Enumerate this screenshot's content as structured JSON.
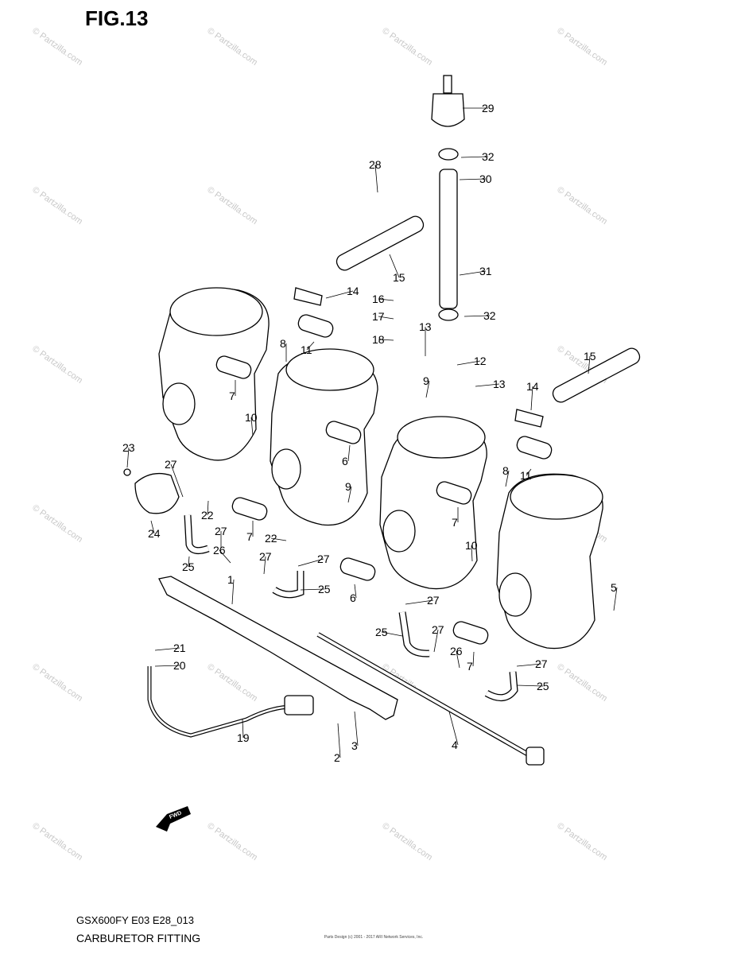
{
  "figure": {
    "title": "FIG.13"
  },
  "footer": {
    "model_code": "GSX600FY E03 E28_013",
    "section_name": "CARBURETOR FITTING",
    "fine_print": [
      "Parts Design (c) 2001 - 2017 ARI Network Services, Inc."
    ]
  },
  "watermark": {
    "text": "© Partzilla.com"
  },
  "fwd_label": "FWD",
  "callouts": [
    {
      "id": "1",
      "label": "1"
    },
    {
      "id": "2",
      "label": "2"
    },
    {
      "id": "3",
      "label": "3"
    },
    {
      "id": "4",
      "label": "4"
    },
    {
      "id": "5",
      "label": "5"
    },
    {
      "id": "6a",
      "label": "6"
    },
    {
      "id": "6b",
      "label": "6"
    },
    {
      "id": "7a",
      "label": "7"
    },
    {
      "id": "7b",
      "label": "7"
    },
    {
      "id": "7c",
      "label": "7"
    },
    {
      "id": "7d",
      "label": "7"
    },
    {
      "id": "8a",
      "label": "8"
    },
    {
      "id": "8b",
      "label": "8"
    },
    {
      "id": "9a",
      "label": "9"
    },
    {
      "id": "9b",
      "label": "9"
    },
    {
      "id": "10a",
      "label": "10"
    },
    {
      "id": "10b",
      "label": "10"
    },
    {
      "id": "11a",
      "label": "11"
    },
    {
      "id": "11b",
      "label": "11"
    },
    {
      "id": "12",
      "label": "12"
    },
    {
      "id": "13a",
      "label": "13"
    },
    {
      "id": "13b",
      "label": "13"
    },
    {
      "id": "14a",
      "label": "14"
    },
    {
      "id": "14b",
      "label": "14"
    },
    {
      "id": "15a",
      "label": "15"
    },
    {
      "id": "15b",
      "label": "15"
    },
    {
      "id": "16",
      "label": "16"
    },
    {
      "id": "17",
      "label": "17"
    },
    {
      "id": "18",
      "label": "18"
    },
    {
      "id": "19",
      "label": "19"
    },
    {
      "id": "20",
      "label": "20"
    },
    {
      "id": "21",
      "label": "21"
    },
    {
      "id": "22a",
      "label": "22"
    },
    {
      "id": "22b",
      "label": "22"
    },
    {
      "id": "23",
      "label": "23"
    },
    {
      "id": "24",
      "label": "24"
    },
    {
      "id": "25a",
      "label": "25"
    },
    {
      "id": "25b",
      "label": "25"
    },
    {
      "id": "25c",
      "label": "25"
    },
    {
      "id": "25d",
      "label": "25"
    },
    {
      "id": "26a",
      "label": "26"
    },
    {
      "id": "26b",
      "label": "26"
    },
    {
      "id": "27a",
      "label": "27"
    },
    {
      "id": "27b",
      "label": "27"
    },
    {
      "id": "27c",
      "label": "27"
    },
    {
      "id": "27d",
      "label": "27"
    },
    {
      "id": "27e",
      "label": "27"
    },
    {
      "id": "27f",
      "label": "27"
    },
    {
      "id": "27g",
      "label": "27"
    },
    {
      "id": "28",
      "label": "28"
    },
    {
      "id": "29",
      "label": "29"
    },
    {
      "id": "30",
      "label": "30"
    },
    {
      "id": "31",
      "label": "31"
    },
    {
      "id": "32a",
      "label": "32"
    },
    {
      "id": "32b",
      "label": "32"
    }
  ]
}
